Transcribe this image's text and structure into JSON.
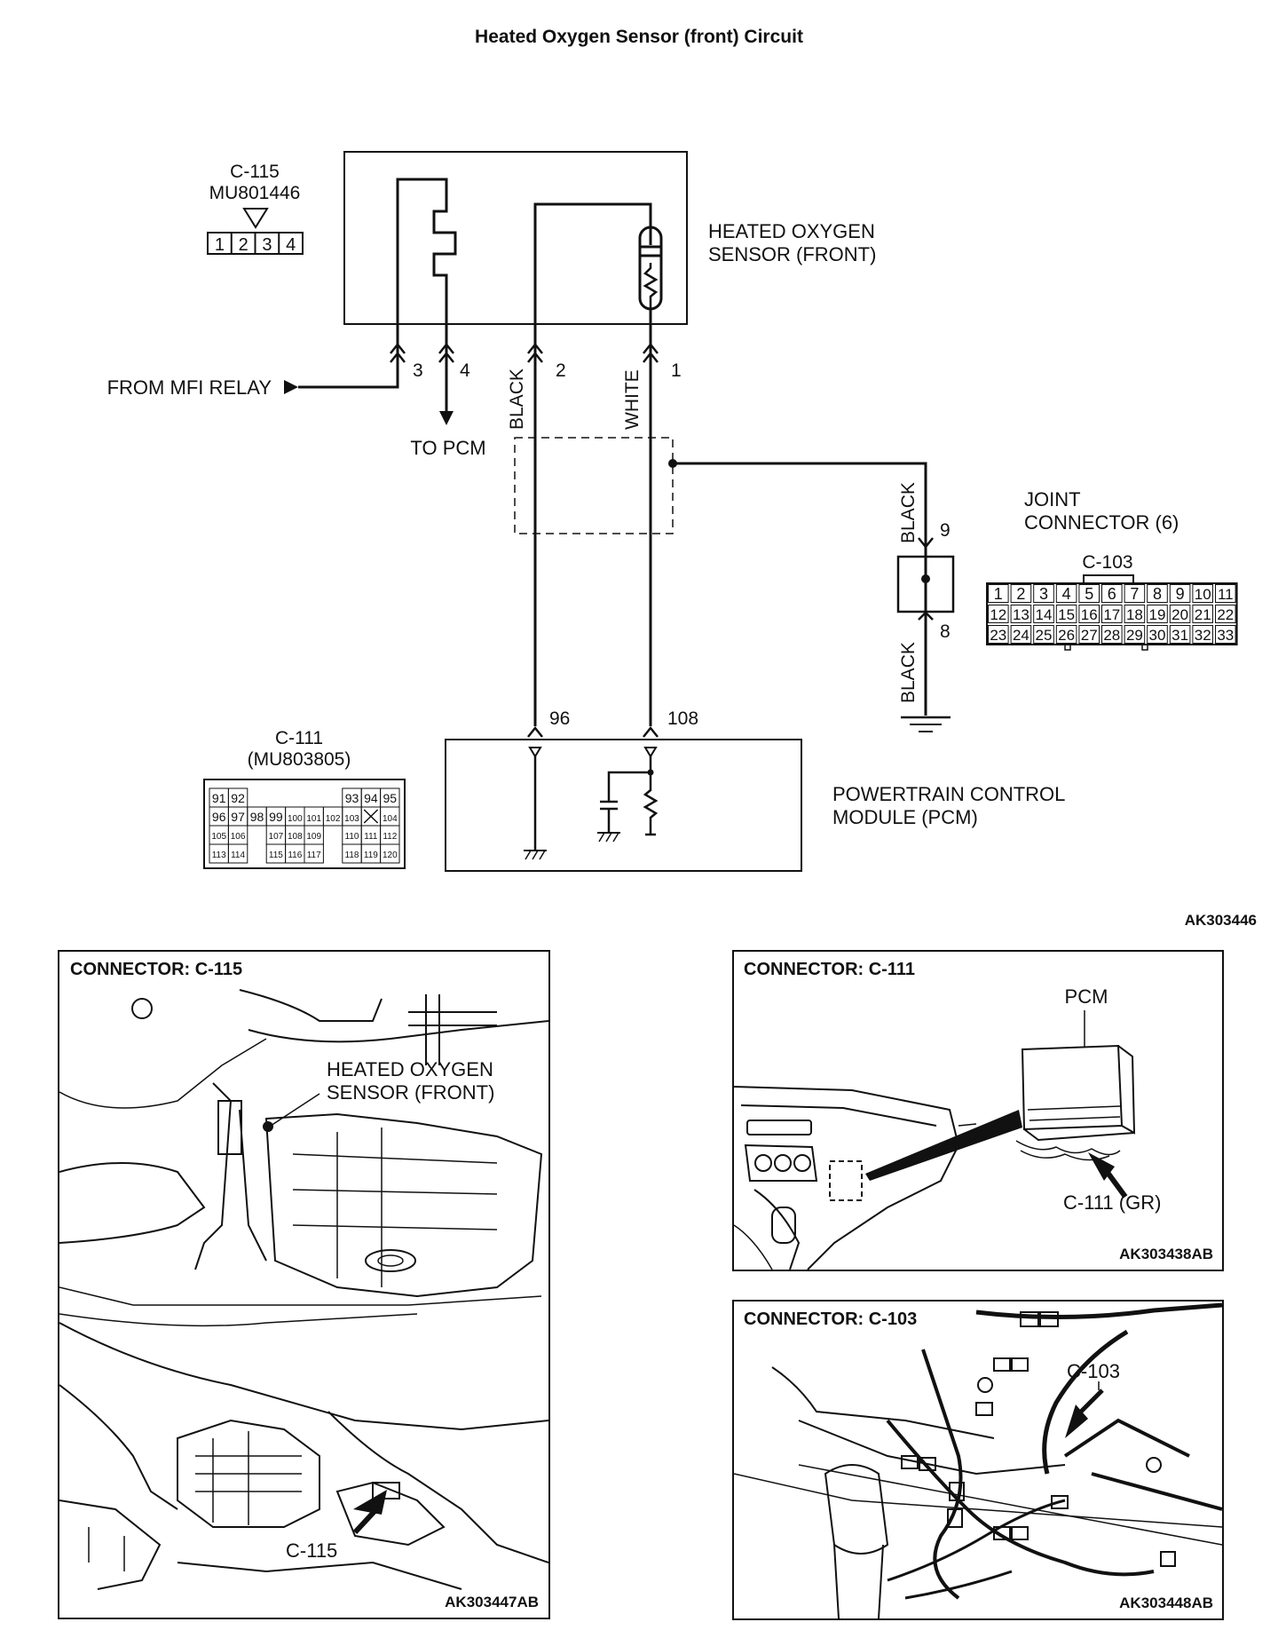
{
  "title": "Heated Oxygen Sensor (front) Circuit",
  "figure_code": "AK303446",
  "schematic": {
    "c115": {
      "name": "C-115",
      "part": "MU801446",
      "pins": [
        "1",
        "2",
        "3",
        "4"
      ]
    },
    "sensor": {
      "label_line1": "HEATED OXYGEN",
      "label_line2": "SENSOR (FRONT)",
      "pin1": "1",
      "pin2": "2",
      "pin3": "3",
      "pin4": "4"
    },
    "from_relay": "FROM MFI RELAY",
    "to_pcm": "TO PCM",
    "wire_black_1": "BLACK",
    "wire_white": "WHITE",
    "wire_black_9": "BLACK",
    "wire_black_8": "BLACK",
    "joint": {
      "label_line1": "JOINT",
      "label_line2": "CONNECTOR (6)",
      "pin_upper": "9",
      "pin_lower": "8",
      "connector": "C-103",
      "rows": [
        [
          "1",
          "2",
          "3",
          "4",
          "5",
          "6",
          "7",
          "8",
          "9",
          "10",
          "11"
        ],
        [
          "12",
          "13",
          "14",
          "15",
          "16",
          "17",
          "18",
          "19",
          "20",
          "21",
          "22"
        ],
        [
          "23",
          "24",
          "25",
          "26",
          "27",
          "28",
          "29",
          "30",
          "31",
          "32",
          "33"
        ]
      ]
    },
    "c111": {
      "name": "C-111",
      "part": "(MU803805)",
      "rows": [
        [
          "91",
          "92",
          "",
          "",
          "",
          "",
          "",
          "93",
          "94",
          "95"
        ],
        [
          "96",
          "97",
          "98",
          "99",
          "100",
          "101",
          "102",
          "103",
          "X",
          "104"
        ],
        [
          "105",
          "106",
          "",
          "107",
          "108",
          "109",
          "",
          "110",
          "111",
          "112"
        ],
        [
          "113",
          "114",
          "",
          "115",
          "116",
          "117",
          "",
          "118",
          "119",
          "120"
        ]
      ]
    },
    "pcm": {
      "label_line1": "POWERTRAIN CONTROL",
      "label_line2": "MODULE (PCM)",
      "pin96": "96",
      "pin108": "108"
    }
  },
  "panels": {
    "c115": {
      "heading": "CONNECTOR: C-115",
      "callout_line1": "HEATED OXYGEN",
      "callout_line2": "SENSOR (FRONT)",
      "arrow_label": "C-115",
      "code": "AK303447AB"
    },
    "c111": {
      "heading": "CONNECTOR: C-111",
      "pcm_label": "PCM",
      "arrow_label": "C-111 (GR)",
      "code": "AK303438AB"
    },
    "c103": {
      "heading": "CONNECTOR: C-103",
      "arrow_label": "C-103",
      "code": "AK303448AB"
    }
  }
}
